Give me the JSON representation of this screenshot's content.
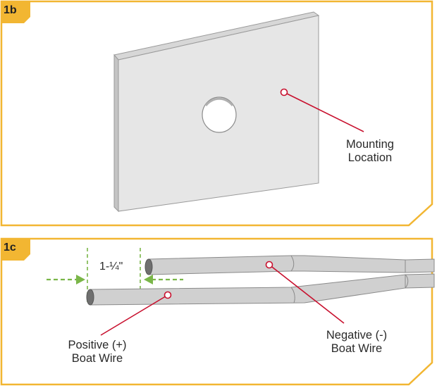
{
  "colors": {
    "frame": "#f2b632",
    "callout_line": "#c8102e",
    "dimension_arrow": "#7ab648",
    "plate_face": "#e6e6e6",
    "wire": "#d0d0d0"
  },
  "panel_1b": {
    "tag": "1b",
    "callout": {
      "line1": "Mounting",
      "line2": "Location"
    }
  },
  "panel_1c": {
    "tag": "1c",
    "dimension": "1-¼\"",
    "positive_callout": {
      "line1": "Positive (+)",
      "line2": "Boat Wire"
    },
    "negative_callout": {
      "line1": "Negative (-)",
      "line2": "Boat Wire"
    }
  }
}
